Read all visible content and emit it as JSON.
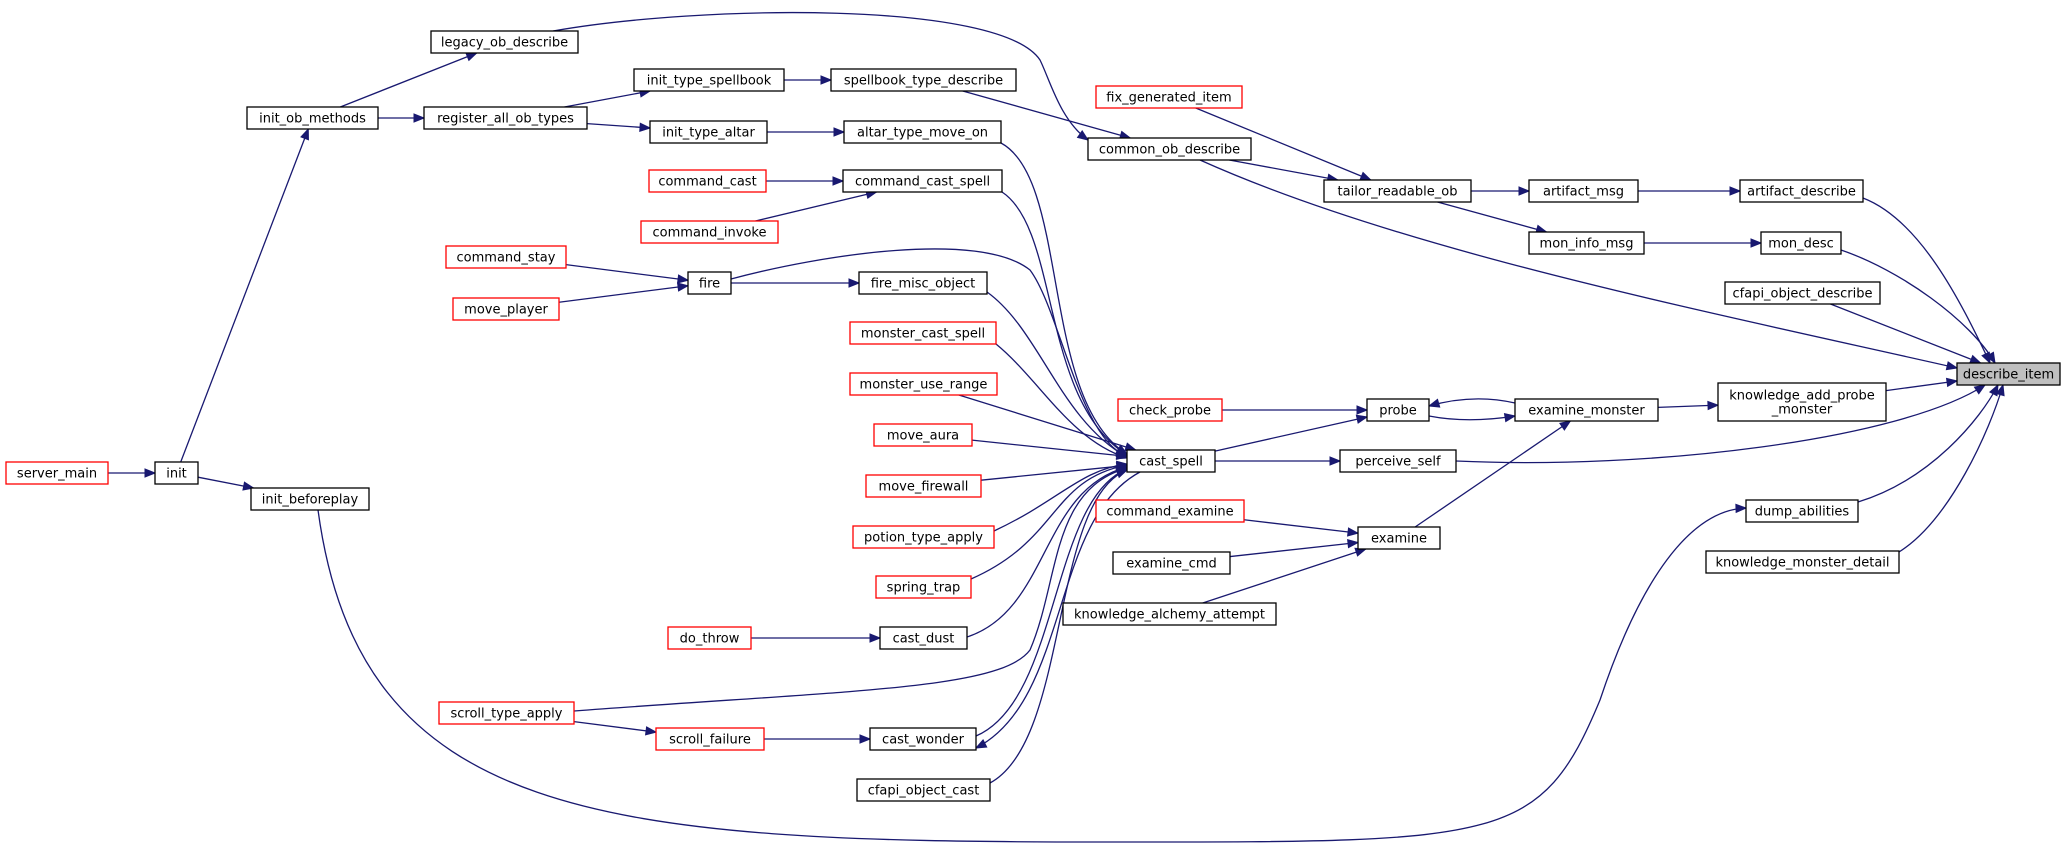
{
  "colors": {
    "edge": "#191970",
    "node_fill": "#ffffff",
    "root_fill": "#bfbfbf",
    "border_documented": "#000000",
    "border_undocumented": "#ff0000"
  },
  "nodes": {
    "describe_item": {
      "lines": [
        "describe_item"
      ],
      "kind": "root"
    },
    "artifact_describe": {
      "lines": [
        "artifact_describe"
      ],
      "kind": "documented"
    },
    "mon_desc": {
      "lines": [
        "mon_desc"
      ],
      "kind": "documented"
    },
    "cfapi_object_describe": {
      "lines": [
        "cfapi_object_describe"
      ],
      "kind": "documented"
    },
    "knowledge_add_probe_monster": {
      "lines": [
        "knowledge_add_probe",
        "_monster"
      ],
      "kind": "documented"
    },
    "dump_abilities": {
      "lines": [
        "dump_abilities"
      ],
      "kind": "documented"
    },
    "knowledge_monster_detail": {
      "lines": [
        "knowledge_monster_detail"
      ],
      "kind": "documented"
    },
    "artifact_msg": {
      "lines": [
        "artifact_msg"
      ],
      "kind": "documented"
    },
    "mon_info_msg": {
      "lines": [
        "mon_info_msg"
      ],
      "kind": "documented"
    },
    "tailor_readable_ob": {
      "lines": [
        "tailor_readable_ob"
      ],
      "kind": "documented"
    },
    "fix_generated_item": {
      "lines": [
        "fix_generated_item"
      ],
      "kind": "undocumented"
    },
    "common_ob_describe": {
      "lines": [
        "common_ob_describe"
      ],
      "kind": "documented"
    },
    "examine_monster": {
      "lines": [
        "examine_monster"
      ],
      "kind": "documented"
    },
    "probe": {
      "lines": [
        "probe"
      ],
      "kind": "documented"
    },
    "perceive_self": {
      "lines": [
        "perceive_self"
      ],
      "kind": "documented"
    },
    "examine": {
      "lines": [
        "examine"
      ],
      "kind": "documented"
    },
    "check_probe": {
      "lines": [
        "check_probe"
      ],
      "kind": "undocumented"
    },
    "cast_spell": {
      "lines": [
        "cast_spell"
      ],
      "kind": "documented"
    },
    "command_examine": {
      "lines": [
        "command_examine"
      ],
      "kind": "undocumented"
    },
    "examine_cmd": {
      "lines": [
        "examine_cmd"
      ],
      "kind": "documented"
    },
    "knowledge_alchemy_attempt": {
      "lines": [
        "knowledge_alchemy_attempt"
      ],
      "kind": "documented"
    },
    "legacy_ob_describe": {
      "lines": [
        "legacy_ob_describe"
      ],
      "kind": "documented"
    },
    "init_type_spellbook": {
      "lines": [
        "init_type_spellbook"
      ],
      "kind": "documented"
    },
    "spellbook_type_describe": {
      "lines": [
        "spellbook_type_describe"
      ],
      "kind": "documented"
    },
    "init_ob_methods": {
      "lines": [
        "init_ob_methods"
      ],
      "kind": "documented"
    },
    "register_all_ob_types": {
      "lines": [
        "register_all_ob_types"
      ],
      "kind": "documented"
    },
    "init_type_altar": {
      "lines": [
        "init_type_altar"
      ],
      "kind": "documented"
    },
    "altar_type_move_on": {
      "lines": [
        "altar_type_move_on"
      ],
      "kind": "documented"
    },
    "command_cast": {
      "lines": [
        "command_cast"
      ],
      "kind": "undocumented"
    },
    "command_cast_spell": {
      "lines": [
        "command_cast_spell"
      ],
      "kind": "documented"
    },
    "command_invoke": {
      "lines": [
        "command_invoke"
      ],
      "kind": "undocumented"
    },
    "command_stay": {
      "lines": [
        "command_stay"
      ],
      "kind": "undocumented"
    },
    "fire": {
      "lines": [
        "fire"
      ],
      "kind": "documented"
    },
    "move_player": {
      "lines": [
        "move_player"
      ],
      "kind": "undocumented"
    },
    "fire_misc_object": {
      "lines": [
        "fire_misc_object"
      ],
      "kind": "documented"
    },
    "monster_cast_spell": {
      "lines": [
        "monster_cast_spell"
      ],
      "kind": "undocumented"
    },
    "monster_use_range": {
      "lines": [
        "monster_use_range"
      ],
      "kind": "undocumented"
    },
    "move_aura": {
      "lines": [
        "move_aura"
      ],
      "kind": "undocumented"
    },
    "move_firewall": {
      "lines": [
        "move_firewall"
      ],
      "kind": "undocumented"
    },
    "potion_type_apply": {
      "lines": [
        "potion_type_apply"
      ],
      "kind": "undocumented"
    },
    "spring_trap": {
      "lines": [
        "spring_trap"
      ],
      "kind": "undocumented"
    },
    "do_throw": {
      "lines": [
        "do_throw"
      ],
      "kind": "undocumented"
    },
    "cast_dust": {
      "lines": [
        "cast_dust"
      ],
      "kind": "documented"
    },
    "scroll_type_apply": {
      "lines": [
        "scroll_type_apply"
      ],
      "kind": "undocumented"
    },
    "scroll_failure": {
      "lines": [
        "scroll_failure"
      ],
      "kind": "undocumented"
    },
    "cast_wonder": {
      "lines": [
        "cast_wonder"
      ],
      "kind": "documented"
    },
    "cfapi_object_cast": {
      "lines": [
        "cfapi_object_cast"
      ],
      "kind": "documented"
    },
    "server_main": {
      "lines": [
        "server_main"
      ],
      "kind": "undocumented"
    },
    "init": {
      "lines": [
        "init"
      ],
      "kind": "documented"
    },
    "init_beforeplay": {
      "lines": [
        "init_beforeplay"
      ],
      "kind": "documented"
    }
  },
  "edges": [
    [
      "artifact_describe",
      "describe_item"
    ],
    [
      "mon_desc",
      "describe_item"
    ],
    [
      "cfapi_object_describe",
      "describe_item"
    ],
    [
      "knowledge_add_probe_monster",
      "describe_item"
    ],
    [
      "dump_abilities",
      "describe_item"
    ],
    [
      "knowledge_monster_detail",
      "describe_item"
    ],
    [
      "common_ob_describe",
      "describe_item"
    ],
    [
      "perceive_self",
      "describe_item"
    ],
    [
      "artifact_msg",
      "artifact_describe"
    ],
    [
      "mon_info_msg",
      "mon_desc"
    ],
    [
      "tailor_readable_ob",
      "artifact_msg"
    ],
    [
      "tailor_readable_ob",
      "mon_info_msg"
    ],
    [
      "fix_generated_item",
      "tailor_readable_ob"
    ],
    [
      "common_ob_describe",
      "tailor_readable_ob"
    ],
    [
      "legacy_ob_describe",
      "common_ob_describe"
    ],
    [
      "spellbook_type_describe",
      "common_ob_describe"
    ],
    [
      "init_ob_methods",
      "legacy_ob_describe"
    ],
    [
      "init_ob_methods",
      "register_all_ob_types"
    ],
    [
      "register_all_ob_types",
      "init_type_spellbook"
    ],
    [
      "register_all_ob_types",
      "init_type_altar"
    ],
    [
      "init_type_spellbook",
      "spellbook_type_describe"
    ],
    [
      "init_type_altar",
      "altar_type_move_on"
    ],
    [
      "init",
      "init_ob_methods"
    ],
    [
      "init",
      "init_beforeplay"
    ],
    [
      "server_main",
      "init"
    ],
    [
      "init_beforeplay",
      "dump_abilities"
    ],
    [
      "examine_monster",
      "knowledge_add_probe_monster"
    ],
    [
      "probe",
      "examine_monster"
    ],
    [
      "examine_monster",
      "probe"
    ],
    [
      "examine",
      "examine_monster"
    ],
    [
      "check_probe",
      "probe"
    ],
    [
      "cast_spell",
      "probe"
    ],
    [
      "cast_spell",
      "perceive_self"
    ],
    [
      "command_examine",
      "examine"
    ],
    [
      "examine_cmd",
      "examine"
    ],
    [
      "knowledge_alchemy_attempt",
      "examine"
    ],
    [
      "altar_type_move_on",
      "cast_spell"
    ],
    [
      "command_cast_spell",
      "cast_spell"
    ],
    [
      "fire",
      "cast_spell"
    ],
    [
      "fire_misc_object",
      "cast_spell"
    ],
    [
      "monster_cast_spell",
      "cast_spell"
    ],
    [
      "monster_use_range",
      "cast_spell"
    ],
    [
      "move_aura",
      "cast_spell"
    ],
    [
      "move_firewall",
      "cast_spell"
    ],
    [
      "potion_type_apply",
      "cast_spell"
    ],
    [
      "spring_trap",
      "cast_spell"
    ],
    [
      "cast_dust",
      "cast_spell"
    ],
    [
      "scroll_type_apply",
      "cast_spell"
    ],
    [
      "cast_wonder",
      "cast_spell"
    ],
    [
      "cast_spell",
      "cast_wonder"
    ],
    [
      "cfapi_object_cast",
      "cast_spell"
    ],
    [
      "command_cast",
      "command_cast_spell"
    ],
    [
      "command_invoke",
      "command_cast_spell"
    ],
    [
      "command_stay",
      "fire"
    ],
    [
      "move_player",
      "fire"
    ],
    [
      "fire",
      "fire_misc_object"
    ],
    [
      "do_throw",
      "cast_dust"
    ],
    [
      "scroll_type_apply",
      "scroll_failure"
    ],
    [
      "scroll_failure",
      "cast_wonder"
    ]
  ]
}
